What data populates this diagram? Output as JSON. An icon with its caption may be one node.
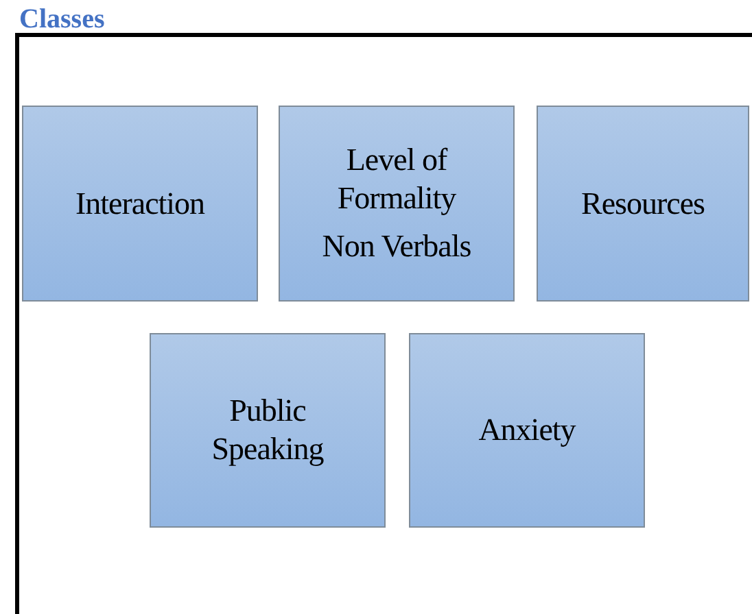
{
  "diagram": {
    "nodes": [
      {
        "text": [
          "Classes"
        ]
      },
      {
        "text": [
          "Interaction"
        ],
        "in": 0
      },
      {
        "text": [
          "Level of Formality",
          "Non Verbals"
        ],
        "in": 0
      },
      {
        "text": [
          "Resources"
        ],
        "in": 0
      },
      {
        "text": [
          "Public Speaking"
        ],
        "in": 0
      },
      {
        "text": [
          "Anxiety"
        ],
        "in": 0
      }
    ]
  }
}
